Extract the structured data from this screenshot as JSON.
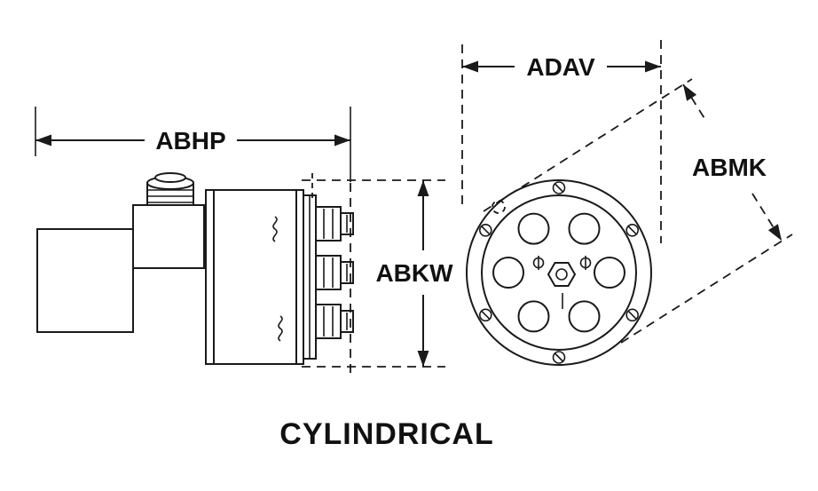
{
  "diagram": {
    "title": "CYLINDRICAL",
    "dimensions": {
      "abhp": "ABHP",
      "adav": "ADAV",
      "abmk": "ABMK",
      "abkw": "ABKW"
    },
    "colors": {
      "line": "#1a1a1a",
      "background": "#ffffff"
    }
  }
}
